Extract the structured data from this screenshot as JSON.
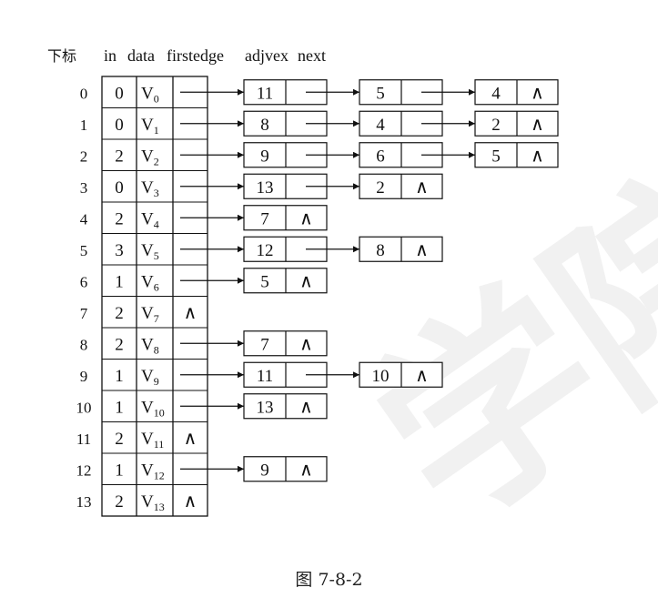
{
  "watermark": "学院",
  "headers": {
    "index": "下标",
    "in": "in",
    "data": "data",
    "firstedge": "firstedge",
    "adjvex": "adjvex",
    "next": "next"
  },
  "null_symbol": "∧",
  "vertices": [
    {
      "index": "0",
      "in": "0",
      "name": "V",
      "sub": "0",
      "adj": [
        "11",
        "5",
        "4"
      ]
    },
    {
      "index": "1",
      "in": "0",
      "name": "V",
      "sub": "1",
      "adj": [
        "8",
        "4",
        "2"
      ]
    },
    {
      "index": "2",
      "in": "2",
      "name": "V",
      "sub": "2",
      "adj": [
        "9",
        "6",
        "5"
      ]
    },
    {
      "index": "3",
      "in": "0",
      "name": "V",
      "sub": "3",
      "adj": [
        "13",
        "2"
      ]
    },
    {
      "index": "4",
      "in": "2",
      "name": "V",
      "sub": "4",
      "adj": [
        "7"
      ]
    },
    {
      "index": "5",
      "in": "3",
      "name": "V",
      "sub": "5",
      "adj": [
        "12",
        "8"
      ]
    },
    {
      "index": "6",
      "in": "1",
      "name": "V",
      "sub": "6",
      "adj": [
        "5"
      ]
    },
    {
      "index": "7",
      "in": "2",
      "name": "V",
      "sub": "7",
      "adj": []
    },
    {
      "index": "8",
      "in": "2",
      "name": "V",
      "sub": "8",
      "adj": [
        "7"
      ]
    },
    {
      "index": "9",
      "in": "1",
      "name": "V",
      "sub": "9",
      "adj": [
        "11",
        "10"
      ]
    },
    {
      "index": "10",
      "in": "1",
      "name": "V",
      "sub": "10",
      "adj": [
        "13"
      ]
    },
    {
      "index": "11",
      "in": "2",
      "name": "V",
      "sub": "11",
      "adj": []
    },
    {
      "index": "12",
      "in": "1",
      "name": "V",
      "sub": "12",
      "adj": [
        "9"
      ]
    },
    {
      "index": "13",
      "in": "2",
      "name": "V",
      "sub": "13",
      "adj": []
    }
  ],
  "caption": "图 7-8-2"
}
